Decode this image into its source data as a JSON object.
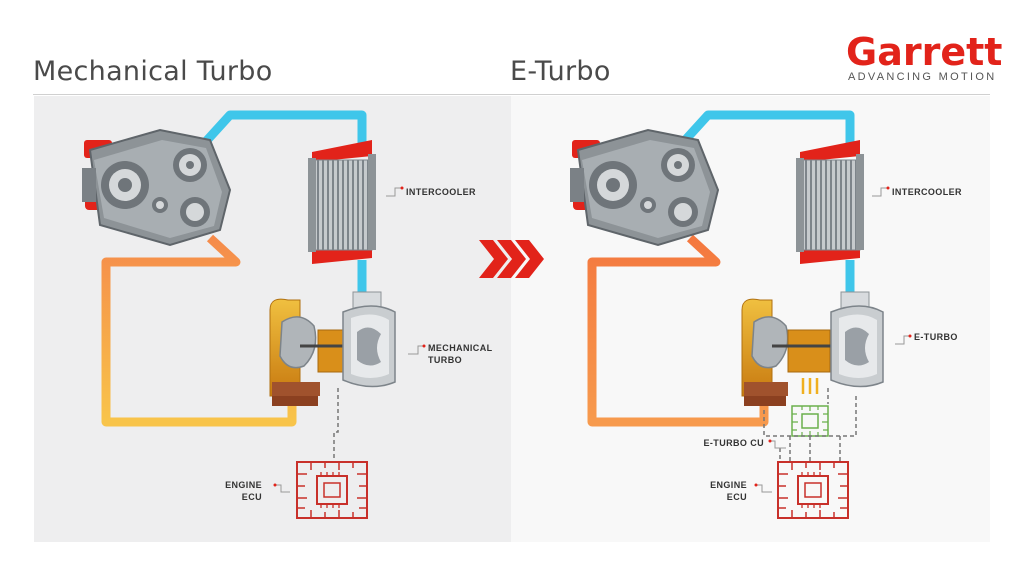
{
  "brand": {
    "name": "Garrett",
    "tagline": "ADVANCING MOTION"
  },
  "left_panel": {
    "title": "Mechanical Turbo",
    "labels": {
      "intercooler": "INTERCOOLER",
      "turbo_line1": "MECHANICAL",
      "turbo_line2": "TURBO",
      "ecu_line1": "ENGINE",
      "ecu_line2": "ECU"
    }
  },
  "right_panel": {
    "title": "E-Turbo",
    "labels": {
      "intercooler": "INTERCOOLER",
      "turbo": "E-TURBO",
      "cu": "E-TURBO CU",
      "ecu_line1": "ENGINE",
      "ecu_line2": "ECU"
    }
  },
  "colors": {
    "brand_red": "#e2231a",
    "cold_air_blue": "#3fc6ea",
    "exhaust_orange": "#f58b4b",
    "exhaust_yellow": "#f8c44a",
    "ecu_red": "#c8302a",
    "cu_green": "#6ab04c"
  }
}
